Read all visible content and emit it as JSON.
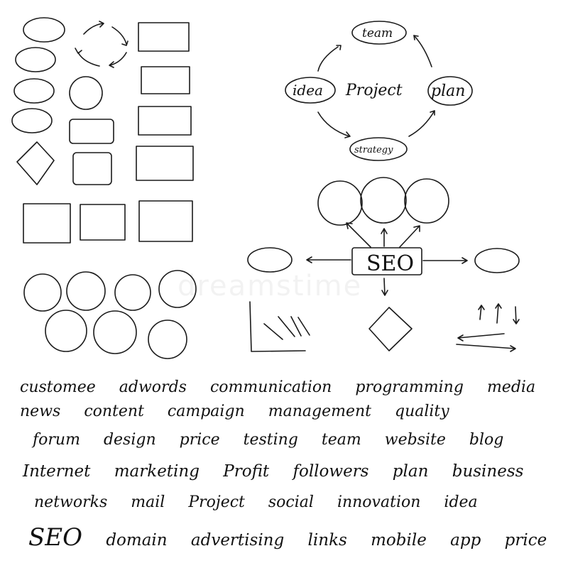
{
  "diagram": {
    "project_cycle": {
      "center": "Project",
      "nodes": [
        "team",
        "plan",
        "strategy",
        "idea"
      ]
    },
    "seo_map": {
      "center": "SEO"
    }
  },
  "watermark": "dreamstime",
  "word_rows": [
    [
      "customee",
      "adwords",
      "communication",
      "programming",
      "media"
    ],
    [
      "news",
      "content",
      "campaign",
      "management",
      "quality"
    ],
    [
      "forum",
      "design",
      "price",
      "testing",
      "team",
      "website",
      "blog"
    ],
    [
      "Internet",
      "marketing",
      "Profit",
      "followers",
      "plan",
      "business"
    ],
    [
      "networks",
      "mail",
      "Project",
      "social",
      "innovation",
      "idea"
    ],
    [
      "SEO",
      "domain",
      "advertising",
      "links",
      "mobile",
      "app",
      "price"
    ]
  ]
}
